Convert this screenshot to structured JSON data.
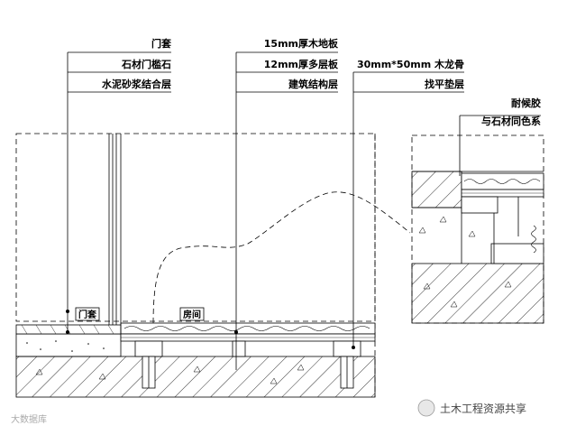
{
  "callouts_left": [
    "门套",
    "石材门槛石",
    "水泥砂浆结合层"
  ],
  "callouts_middle": [
    "15mm厚木地板",
    "12mm厚多层板",
    "建筑结构层"
  ],
  "callouts_right": [
    "30mm*50mm 木龙骨",
    "找平垫层"
  ],
  "callout_detail": [
    "耐候胶",
    "与石材同色系"
  ],
  "room_labels": {
    "door": "门套",
    "room": "房间"
  },
  "watermark_right": "土木工程资源共享",
  "watermark_left": "大数据库"
}
